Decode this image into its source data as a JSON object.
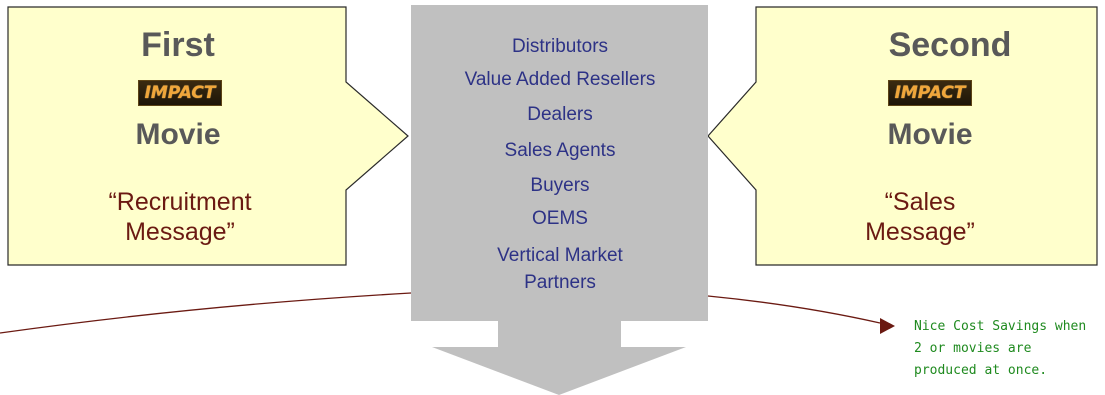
{
  "left_box": {
    "heading": "First",
    "logo_text": "IMPACT",
    "label": "Movie",
    "quote_line1": "“Recruitment",
    "quote_line2": "Message”"
  },
  "right_box": {
    "heading": "Second",
    "logo_text": "IMPACT",
    "label": "Movie",
    "quote_line1": "“Sales",
    "quote_line2": "Message”"
  },
  "channels": {
    "items": [
      "Distributors",
      "Value Added Resellers",
      "Dealers",
      "Sales Agents",
      "Buyers",
      "OEMS",
      "Vertical Market",
      "Partners"
    ]
  },
  "note": {
    "text": "Nice Cost Savings when 2 or movies are produced at once."
  },
  "colors": {
    "box_fill": "#ffffcc",
    "channel_fill": "#c0c0c0",
    "channel_text": "#2d3286",
    "quote_text": "#6b1a12",
    "note_text": "#1f8a1f",
    "connector": "#6b1a12"
  }
}
